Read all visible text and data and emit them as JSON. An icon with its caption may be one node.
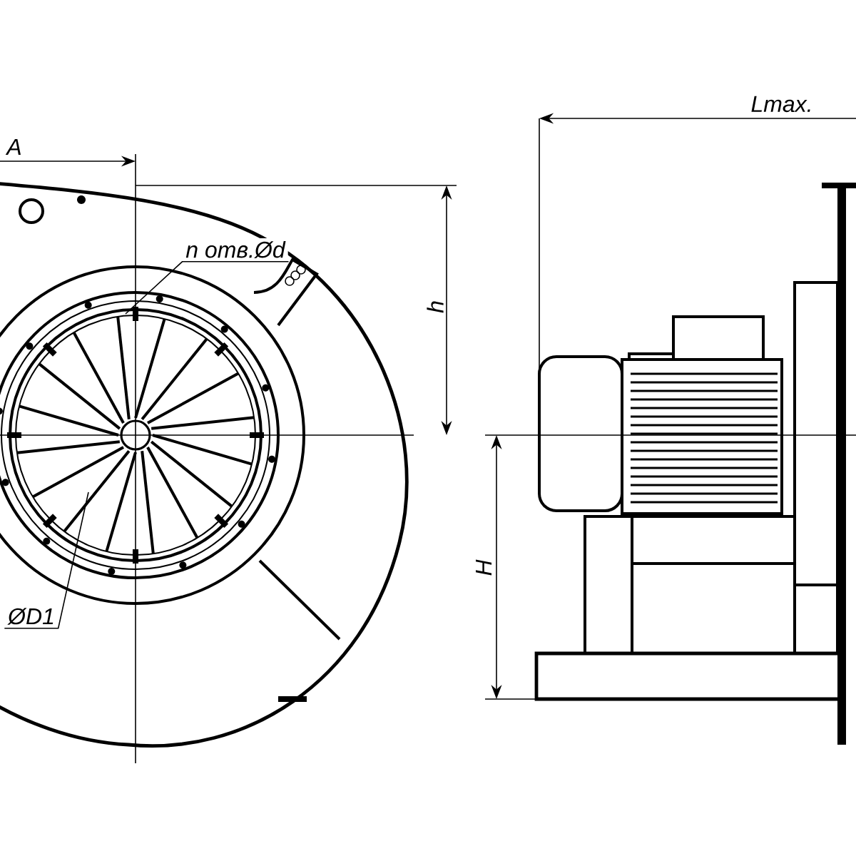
{
  "diagram": {
    "nodes": [
      {
        "text": [
          "n отв.Ød"
        ]
      },
      {
        "text": [
          "ØD1"
        ]
      }
    ],
    "edges": [
      {
        "from": 0,
        "to": null,
        "arrow": "none"
      },
      {
        "from": 1,
        "to": null,
        "arrow": "none"
      }
    ],
    "labels": [
      "A",
      "Lmax.",
      "h",
      "H"
    ]
  }
}
